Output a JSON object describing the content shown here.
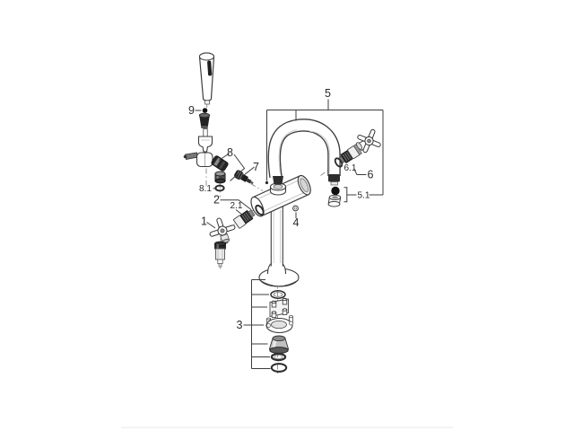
{
  "diagram": {
    "callouts": {
      "n1": "1",
      "n2": "2",
      "n2_1": "2.1",
      "n3": "3",
      "n4": "4",
      "n5": "5",
      "n5_1": "5.1",
      "n6": "6",
      "n6_1": "6.1",
      "n7": "7",
      "n8": "8",
      "n8_1": "8.1",
      "n9": "9"
    },
    "colors": {
      "background": "#ffffff",
      "line": "#3c3c3c",
      "label": "#2a2a2a",
      "dark_part": "#242424",
      "metal_light": "#f0f0f0",
      "metal_mid": "#bbbbbb"
    }
  }
}
